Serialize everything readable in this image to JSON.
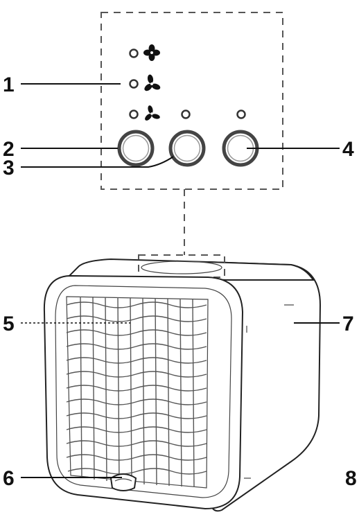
{
  "callouts": [
    {
      "id": 1,
      "label": "1",
      "part": "fan-speed-indicators"
    },
    {
      "id": 2,
      "label": "2",
      "part": "fan-speed-button"
    },
    {
      "id": 3,
      "label": "3",
      "part": "middle-button"
    },
    {
      "id": 4,
      "label": "4",
      "part": "right-button"
    },
    {
      "id": 5,
      "label": "5",
      "part": "front-grille"
    },
    {
      "id": 6,
      "label": "6",
      "part": "front-tab"
    },
    {
      "id": 7,
      "label": "7",
      "part": "side-panel"
    },
    {
      "id": 8,
      "label": "8",
      "part": "base"
    }
  ],
  "control_panel": {
    "fan_speed_icons": [
      "fan-high-icon",
      "fan-medium-icon",
      "fan-low-icon"
    ],
    "indicator_lights": 5,
    "buttons": 3
  }
}
